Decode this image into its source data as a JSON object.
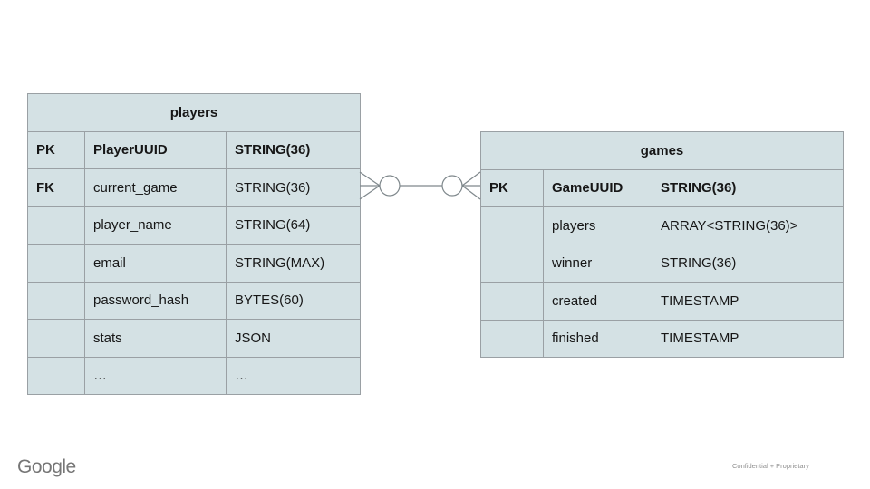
{
  "slide": {
    "footer": {
      "brand": "Google",
      "confidential": "Confidential + Proprietary"
    }
  },
  "colors": {
    "cell_fill": "#d4e1e4",
    "table_border": "#9aa0a4",
    "connector_stroke": "#7f888c",
    "text": "#161616",
    "brand_text": "#767676",
    "footer_text": "#8f8f8f"
  },
  "diagram": {
    "relationship": {
      "type": "many-to-many",
      "left_cardinality": "zero-or-many",
      "right_cardinality": "zero-or-many"
    },
    "tables": [
      {
        "title": "players",
        "rows": [
          {
            "key": "PK",
            "name": "PlayerUUID",
            "type": "STRING(36)"
          },
          {
            "key": "FK",
            "name": "current_game",
            "type": "STRING(36)"
          },
          {
            "key": "",
            "name": "player_name",
            "type": "STRING(64)"
          },
          {
            "key": "",
            "name": "email",
            "type": "STRING(MAX)"
          },
          {
            "key": "",
            "name": "password_hash",
            "type": "BYTES(60)"
          },
          {
            "key": "",
            "name": "stats",
            "type": "JSON"
          },
          {
            "key": "",
            "name": "…",
            "type": "…"
          }
        ]
      },
      {
        "title": "games",
        "rows": [
          {
            "key": "PK",
            "name": "GameUUID",
            "type": "STRING(36)"
          },
          {
            "key": "",
            "name": "players",
            "type": "ARRAY<STRING(36)>"
          },
          {
            "key": "",
            "name": "winner",
            "type": "STRING(36)"
          },
          {
            "key": "",
            "name": "created",
            "type": "TIMESTAMP"
          },
          {
            "key": "",
            "name": "finished",
            "type": "TIMESTAMP"
          }
        ]
      }
    ]
  }
}
